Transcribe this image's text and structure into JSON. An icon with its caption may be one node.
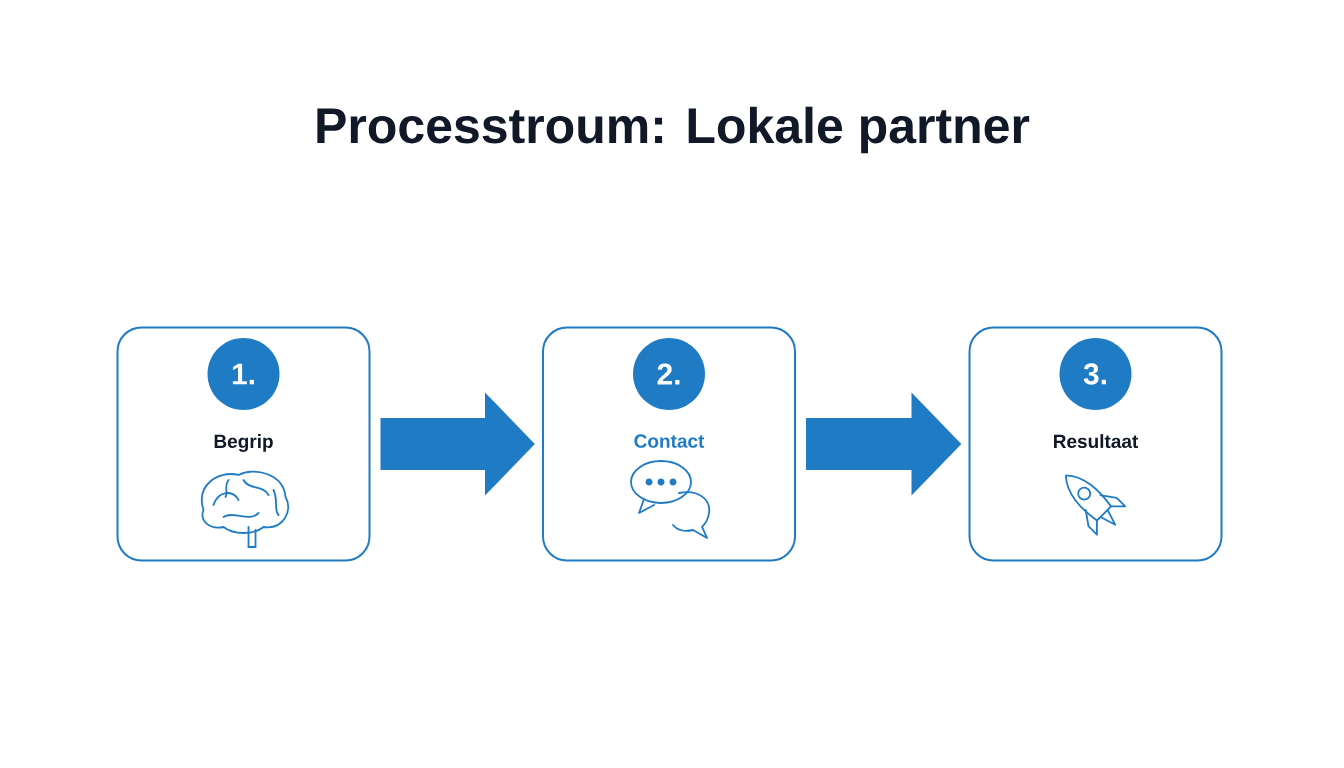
{
  "diagram": {
    "title": "Processtroum: Lokale partner",
    "nodes": [
      {
        "text": [
          "Begrip"
        ]
      },
      {
        "text": [
          "1."
        ],
        "in": 0
      },
      {
        "text": [
          "Contact"
        ]
      },
      {
        "text": [
          "2."
        ],
        "in": 2
      },
      {
        "text": [
          "Resultaat"
        ]
      },
      {
        "text": [
          "3."
        ],
        "in": 4
      }
    ],
    "edges": [
      {
        "from": 0,
        "to": 2,
        "arrow": "to"
      },
      {
        "from": 2,
        "to": 4,
        "arrow": "to"
      }
    ]
  }
}
